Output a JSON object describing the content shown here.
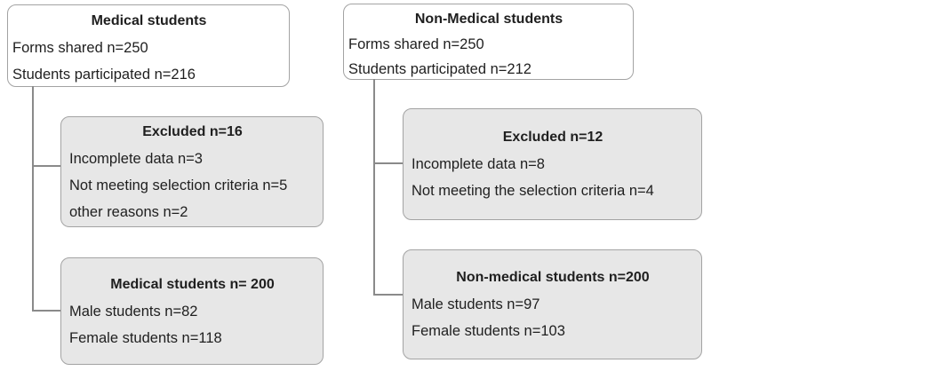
{
  "colors": {
    "fill_gray": "#e7e7e7",
    "fill_white": "#ffffff",
    "border": "#a3a3a3",
    "connector": "#8a8a8a",
    "text": "#1f1f1f"
  },
  "medical": {
    "top": {
      "title": "Medical students",
      "lines": [
        "Forms shared n=250",
        "Students participated n=216"
      ]
    },
    "excluded": {
      "title": "Excluded n=16",
      "lines": [
        "Incomplete data n=3",
        "Not meeting selection criteria n=5",
        "other reasons n=2"
      ]
    },
    "final": {
      "title": "Medical students n= 200",
      "lines": [
        "Male students n=82",
        "Female students n=118"
      ]
    }
  },
  "nonmedical": {
    "top": {
      "title": "Non-Medical students",
      "lines": [
        "Forms shared n=250",
        "Students participated n=212"
      ]
    },
    "excluded": {
      "title": "Excluded n=12",
      "lines": [
        "Incomplete data n=8",
        "Not meeting the selection criteria n=4"
      ]
    },
    "final": {
      "title": "Non-medical students n=200",
      "lines": [
        "Male students n=97",
        "Female students n=103"
      ]
    }
  }
}
